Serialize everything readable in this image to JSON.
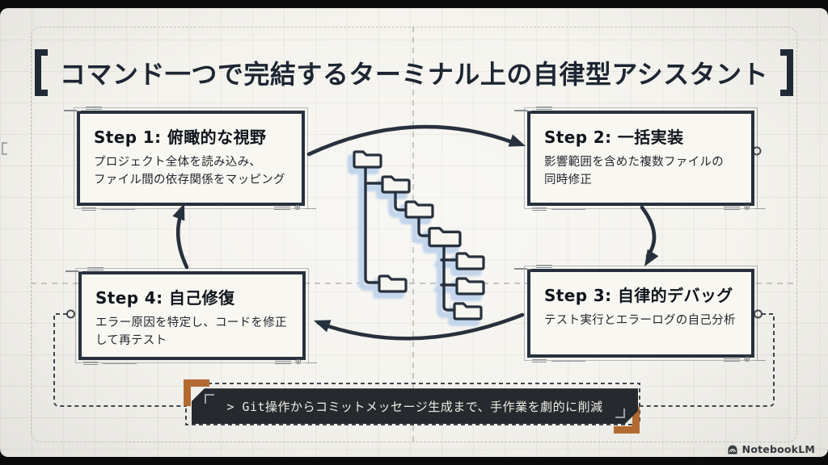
{
  "title": "コマンド一つで完結するターミナル上の自律型アシスタント",
  "steps": [
    {
      "heading": "Step 1: 俯瞰的な視野",
      "body": "プロジェクト全体を読み込み、\nファイル間の依存関係をマッピング"
    },
    {
      "heading": "Step 2: 一括実装",
      "body": "影響範囲を含めた複数ファイルの\n同時修正"
    },
    {
      "heading": "Step 3: 自律的デバッグ",
      "body": "テスト実行とエラーログの自己分析"
    },
    {
      "heading": "Step 4: 自己修復",
      "body": "エラー原因を特定し、コードを修正\nして再テスト"
    }
  ],
  "terminal_bar": {
    "text": "> Git操作からコミットメッセージ生成まで、手作業を劇的に削減"
  },
  "branding": {
    "label": "NotebookLM"
  },
  "icons": {
    "center_illustration": "folder-tree-icon",
    "folder": "folder-icon",
    "registration_mark_glyph": "⊕",
    "branding_logo": "notebooklm-logo-icon"
  },
  "colors": {
    "ink": "#27313d",
    "canvas": "#f4f3ee",
    "accent_orange": "#b26a31",
    "terminal_background": "#26292d",
    "terminal_text": "#eeede6",
    "folder_shadow_blue": "#c2d5eb"
  }
}
